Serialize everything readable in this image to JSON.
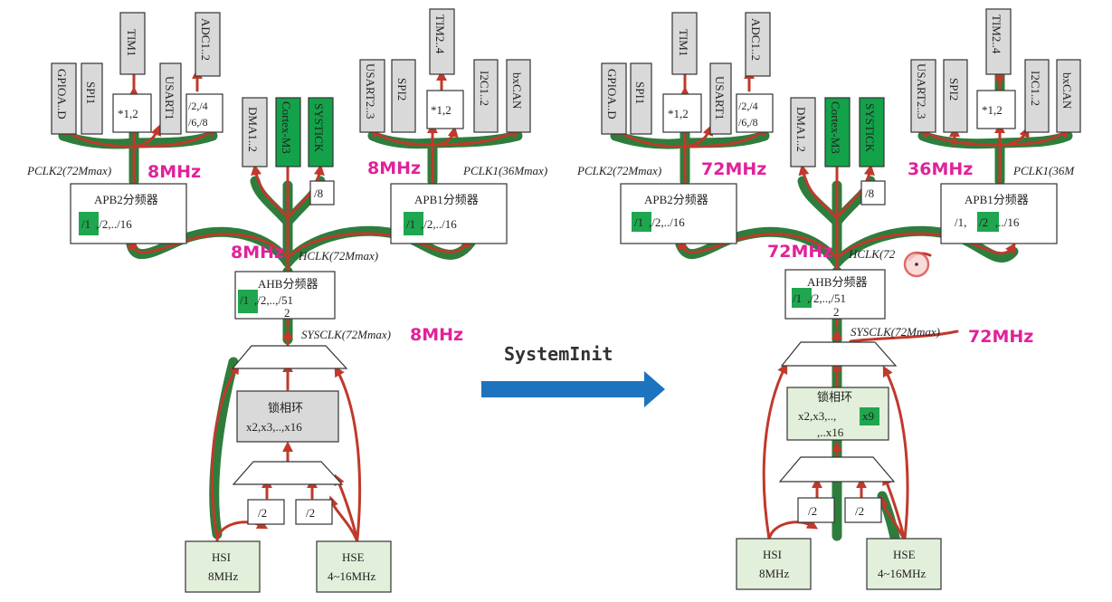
{
  "arrow_label": "SystemInit",
  "colors": {
    "trace_green": "#2e7d3c",
    "trace_red": "#c0392b",
    "highlight": "#1fa64f",
    "annotation": "#e0229a",
    "arrow_blue": "#1e73be"
  },
  "left": {
    "top_boxes": {
      "gpioa": "GPIOA..D",
      "spi1": "SPI1",
      "tim1": "TIM1",
      "usart1": "USART1",
      "adc12": "ADC1..2",
      "dma12": "DMA1..2",
      "cortex": "Cortex-M3",
      "systick": "SYSTICK",
      "usart23": "USART2..3",
      "spi2": "SPI2",
      "tim24": "TIM2..4",
      "i2c12": "I2C1..2",
      "bxcan": "bxCAN"
    },
    "mul12_a": "*1,2",
    "adc_div_1": "/2,/4",
    "adc_div_2": "/6,/8",
    "div8": "/8",
    "mul12_b": "*1,2",
    "pclk2": "PCLK2(72Mmax)",
    "pclk1": "PCLK1(36Mmax)",
    "apb2_title": "APB2分频器",
    "apb2_sel": "/1",
    "apb2_rest": ",/2,../16",
    "apb1_title": "APB1分频器",
    "apb1_sel": "/1",
    "apb1_rest": ",/2,../16",
    "hclk": "HCLK(72Mmax)",
    "ahb_title": "AHB分频器",
    "ahb_sel": "/1",
    "ahb_rest": ",/2,..,/51",
    "ahb_wrap": "2",
    "sysclk": "SYSCLK(72Mmax)",
    "pll_title": "锁相环",
    "pll_options": "x2,x3,..,x16",
    "div2_a": "/2",
    "div2_b": "/2",
    "hsi_name": "HSI",
    "hsi_freq": "8MHz",
    "hse_name": "HSE",
    "hse_freq": "4~16MHz",
    "hand_pclk2": "8MHz",
    "hand_pclk1": "8MHz",
    "hand_hclk": "8MHz",
    "hand_sysclk": "8MHz"
  },
  "right": {
    "top_boxes": {
      "gpioa": "GPIOA..D",
      "spi1": "SPI1",
      "tim1": "TIM1",
      "usart1": "USART1",
      "adc12": "ADC1..2",
      "dma12": "DMA1..2",
      "cortex": "Cortex-M3",
      "systick": "SYSTICK",
      "usart23": "USART2..3",
      "spi2": "SPI2",
      "tim24": "TIM2..4",
      "i2c12": "I2C1..2",
      "bxcan": "bxCAN"
    },
    "mul12_a": "*1,2",
    "adc_div_1": "/2,/4",
    "adc_div_2": "/6,/8",
    "div8": "/8",
    "mul12_b": "*1,2",
    "pclk2": "PCLK2(72Mmax)",
    "pclk1": "PCLK1(36M",
    "apb2_title": "APB2分频器",
    "apb2_sel": "/1",
    "apb2_rest": ",/2,../16",
    "apb1_title": "APB1分频器",
    "apb1_pre": "/1,",
    "apb1_sel": "/2",
    "apb1_rest": ",../16",
    "hclk": "HCLK(72",
    "ahb_title": "AHB分频器",
    "ahb_sel": "/1",
    "ahb_rest": ",/2,..,/51",
    "ahb_wrap": "2",
    "sysclk": "SYSCLK(72Mmax)",
    "pll_title": "锁相环",
    "pll_options": "x2,x3,..,",
    "pll_sel": "x9",
    "pll_tail": ",..x16",
    "div2_a": "/2",
    "div2_b": "/2",
    "hsi_name": "HSI",
    "hsi_freq": "8MHz",
    "hse_name": "HSE",
    "hse_freq": "4~16MHz",
    "hand_pclk2": "72MHz",
    "hand_pclk1": "36MHz",
    "hand_hclk": "72MHz",
    "hand_sysclk": "72MHz"
  }
}
